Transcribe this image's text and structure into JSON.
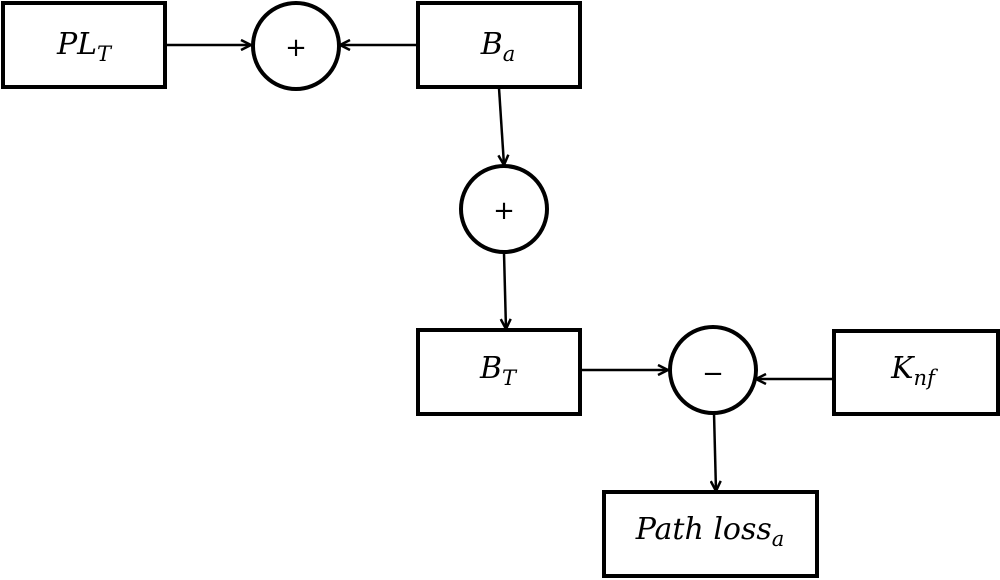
{
  "blocks": {
    "pl_t": {
      "main": "PL",
      "sub": "T"
    },
    "b_a": {
      "main": "B",
      "sub": "a"
    },
    "b_t": {
      "main": "B",
      "sub": "T"
    },
    "k_nf": {
      "main": "K",
      "sub": "nf"
    },
    "path_loss_a": {
      "main": "Path loss",
      "sub": "a"
    }
  },
  "junctions": {
    "sum_top": {
      "symbol": "+"
    },
    "sum_middle": {
      "symbol": "+"
    },
    "difference": {
      "symbol": "−"
    }
  }
}
